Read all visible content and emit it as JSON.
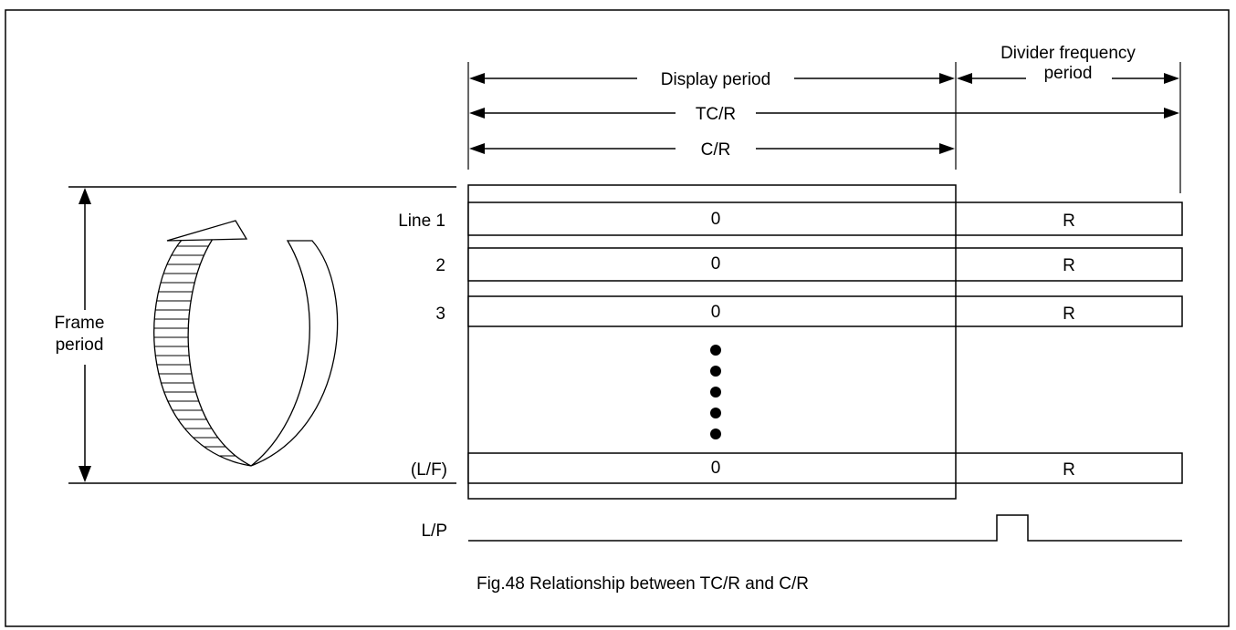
{
  "figure": {
    "caption": "Fig.48  Relationship between TC/R and C/R",
    "header": {
      "display_period": "Display period",
      "divider_frequency_line1": "Divider frequency",
      "divider_frequency_line2": "period",
      "tc_r": "TC/R",
      "c_r": "C/R"
    },
    "frame_period": {
      "line1": "Frame",
      "line2": "period"
    },
    "rows": [
      {
        "label": "Line 1",
        "display_value": "0",
        "divider_value": "R"
      },
      {
        "label": "2",
        "display_value": "0",
        "divider_value": "R"
      },
      {
        "label": "3",
        "display_value": "0",
        "divider_value": "R"
      },
      {
        "label": "(L/F)",
        "display_value": "0",
        "divider_value": "R"
      }
    ],
    "lp_label": "L/P"
  }
}
